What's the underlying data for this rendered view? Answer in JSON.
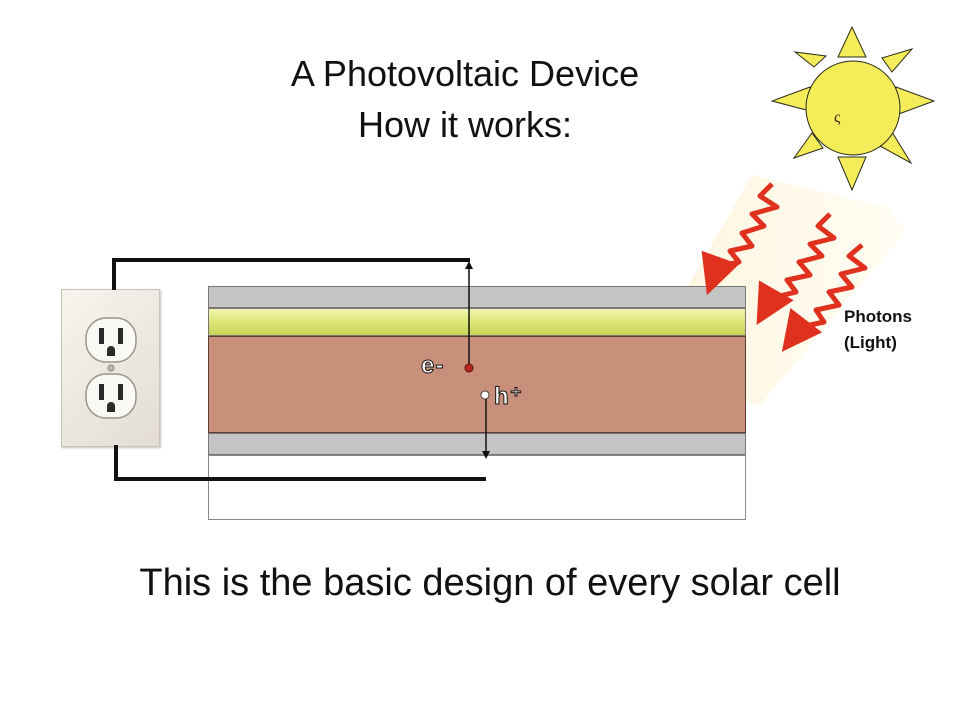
{
  "title": {
    "line1": "A Photovoltaic Device",
    "line2": "How it works:"
  },
  "caption": "This is the basic design of every solar cell",
  "photons": {
    "line1": "Photons",
    "line2": "(Light)"
  },
  "charges": {
    "electron": "e-",
    "hole": "h⁺"
  },
  "icons": {
    "sun": "sun-icon",
    "outlet": "electrical-outlet-icon"
  },
  "colors": {
    "absorber": "#c8907a",
    "n_type": "#dfe87a",
    "contact": "#c4c4c4",
    "sun": "#f5ec5a",
    "photon": "#e0301e",
    "electron_dot": "#b8261e"
  }
}
